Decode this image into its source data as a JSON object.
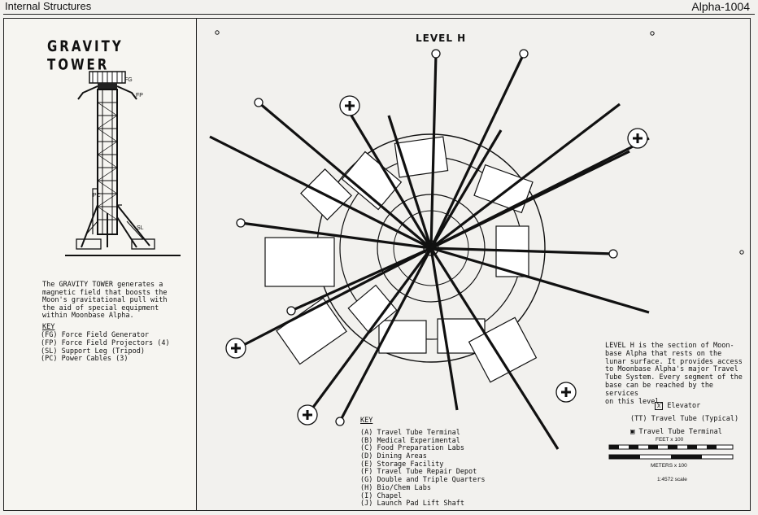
{
  "header": {
    "left": "Internal Structures",
    "right": "Alpha-1004"
  },
  "tower": {
    "title": "GRAVITY TOWER",
    "labels": {
      "fg": "FG",
      "fp": "FP",
      "pc": "PC",
      "sl": "SL"
    },
    "description": "The GRAVITY TOWER generates a\nmagnetic field that boosts the\nMoon's gravitational pull with\nthe aid of special equipment\nwithin Moonbase Alpha.",
    "key_title": "KEY",
    "key": [
      "(FG) Force Field Generator",
      "(FP) Force Field Projectors (4)",
      "(SL) Support Leg (Tripod)",
      "(PC) Power Cables (3)"
    ]
  },
  "level": {
    "title": "LEVEL H",
    "description": "LEVEL H is the section of Moon-\nbase Alpha that rests on the\nlunar surface. It provides access\nto Moonbase Alpha's major Travel\nTube System. Every segment of the\nbase can be reached by the services\non this level.",
    "legend": {
      "elevator": "Elevator",
      "elevator_sym": "X",
      "tube": "Travel Tube (Typical)",
      "tube_sym": "(TT)",
      "terminal": "Travel Tube Terminal"
    },
    "key_title": "KEY",
    "key": [
      "(A) Travel Tube Terminal",
      "(B) Medical Experimental",
      "(C) Food Preparation Labs",
      "(D) Dining Areas",
      "(E) Storage Facility",
      "(F) Travel Tube Repair Depot",
      "(G) Double and Triple Quarters",
      "(H) Bio/Chem Labs",
      "(I) Chapel",
      "(J) Launch Pad Lift Shaft"
    ],
    "scale": {
      "feet": "FEET x 100",
      "meters": "METERS x 100",
      "ratio": "1:4572 scale"
    }
  }
}
